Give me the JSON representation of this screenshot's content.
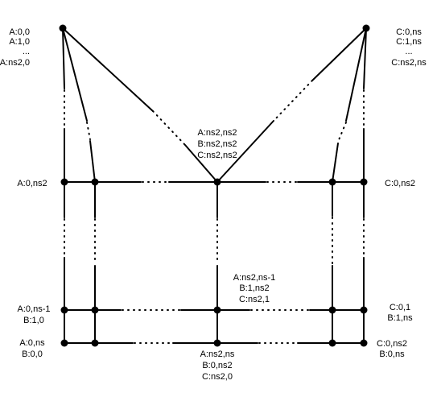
{
  "labels": {
    "top_left": [
      "A:0,0",
      "A:1,0",
      "...",
      "A:ns2,0"
    ],
    "top_right": [
      "C:0,ns",
      "C:1,ns",
      "...",
      "C:ns2,ns"
    ],
    "center_top": [
      "A:ns2,ns2",
      "B:ns2,ns2",
      "C:ns2,ns2"
    ],
    "mid_left": [
      "A:0,ns2"
    ],
    "mid_right": [
      "C:0,ns2"
    ],
    "center_lower": [
      "A:ns2,ns-1",
      "B:1,ns2",
      "C:ns2,1"
    ],
    "low_left": [
      "A:0,ns-1",
      "B:1,0"
    ],
    "low_right": [
      "C:0,1",
      "B:1,ns"
    ],
    "bottom_left": [
      "A:0,ns",
      "B:0,0"
    ],
    "bottom_right": [
      "C:0,ns2",
      "B:0,ns"
    ],
    "bottom_center": [
      "A:ns2,ns",
      "B:0,ns2",
      "C:ns2,0"
    ]
  },
  "colors": {
    "line": "#000000",
    "background": "#ffffff"
  }
}
